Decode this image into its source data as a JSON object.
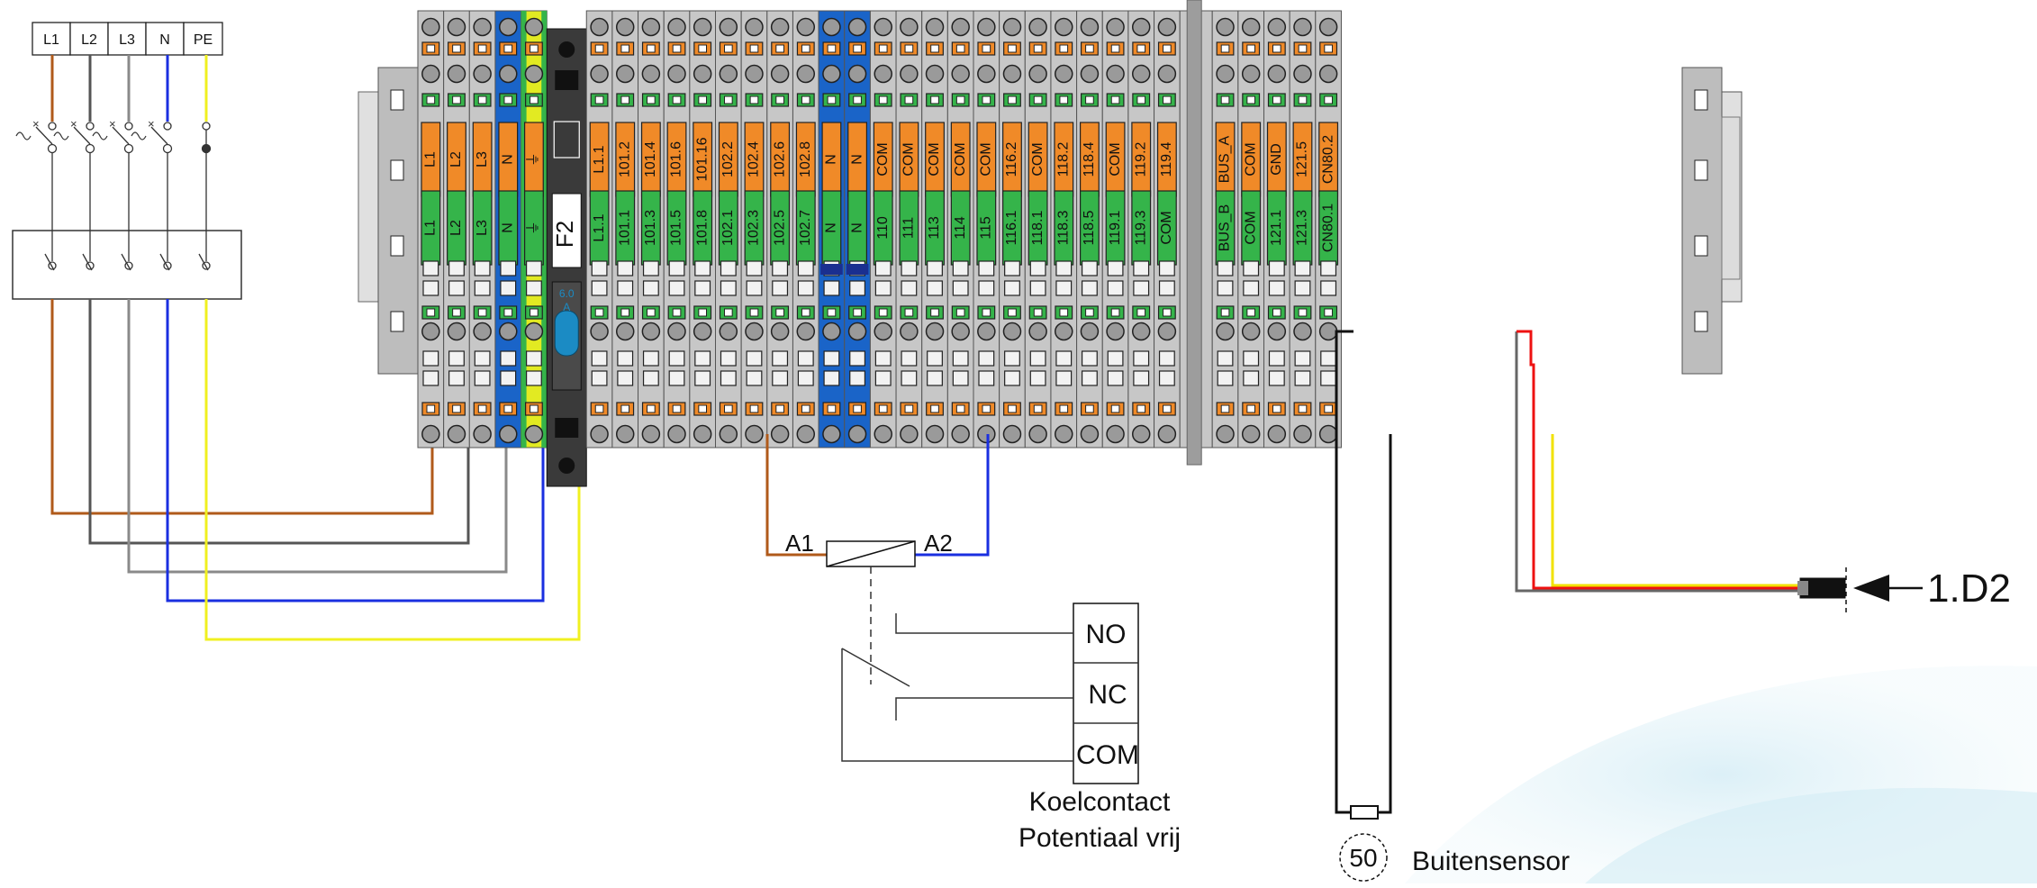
{
  "supply_labels": [
    "L1",
    "L2",
    "L3",
    "N",
    "PE"
  ],
  "terminals": [
    {
      "top": "L1",
      "bottom": "L1",
      "type": "grey"
    },
    {
      "top": "L2",
      "bottom": "L2",
      "type": "grey"
    },
    {
      "top": "L3",
      "bottom": "L3",
      "type": "grey"
    },
    {
      "top": "N",
      "bottom": "N",
      "type": "blue"
    },
    {
      "top": "⏚",
      "bottom": "⏚",
      "type": "pe"
    },
    {
      "top": "",
      "bottom": "",
      "type": "fuse"
    },
    {
      "top": "L1.1",
      "bottom": "L1.1",
      "type": "grey"
    },
    {
      "top": "101.2",
      "bottom": "101.1",
      "type": "grey"
    },
    {
      "top": "101.4",
      "bottom": "101.3",
      "type": "grey"
    },
    {
      "top": "101.6",
      "bottom": "101.5",
      "type": "grey"
    },
    {
      "top": "101.16",
      "bottom": "101.8",
      "type": "grey"
    },
    {
      "top": "102.2",
      "bottom": "102.1",
      "type": "grey"
    },
    {
      "top": "102.4",
      "bottom": "102.3",
      "type": "grey"
    },
    {
      "top": "102.6",
      "bottom": "102.5",
      "type": "grey"
    },
    {
      "top": "102.8",
      "bottom": "102.7",
      "type": "grey"
    },
    {
      "top": "N",
      "bottom": "N",
      "type": "blue"
    },
    {
      "top": "N",
      "bottom": "N",
      "type": "blue"
    },
    {
      "top": "COM",
      "bottom": "110",
      "type": "grey"
    },
    {
      "top": "COM",
      "bottom": "111",
      "type": "grey"
    },
    {
      "top": "COM",
      "bottom": "113",
      "type": "grey"
    },
    {
      "top": "COM",
      "bottom": "114",
      "type": "grey"
    },
    {
      "top": "COM",
      "bottom": "115",
      "type": "grey"
    },
    {
      "top": "116.2",
      "bottom": "116.1",
      "type": "grey"
    },
    {
      "top": "COM",
      "bottom": "118.1",
      "type": "grey"
    },
    {
      "top": "118.2",
      "bottom": "118.3",
      "type": "grey"
    },
    {
      "top": "118.4",
      "bottom": "118.5",
      "type": "grey"
    },
    {
      "top": "COM",
      "bottom": "119.1",
      "type": "grey"
    },
    {
      "top": "119.2",
      "bottom": "119.3",
      "type": "grey"
    },
    {
      "top": "119.4",
      "bottom": "COM",
      "type": "grey"
    },
    {
      "top": "",
      "bottom": "",
      "type": "sep"
    },
    {
      "top": "BUS_A",
      "bottom": "BUS_B",
      "type": "grey"
    },
    {
      "top": "COM",
      "bottom": "COM",
      "type": "grey"
    },
    {
      "top": "GND",
      "bottom": "121.1",
      "type": "grey"
    },
    {
      "top": "121.5",
      "bottom": "121.3",
      "type": "grey"
    },
    {
      "top": "CN80.2",
      "bottom": "CN80.1",
      "type": "grey"
    }
  ],
  "fuse": {
    "label": "F2",
    "rating_line1": "6.0",
    "rating_line2": "A"
  },
  "relay": {
    "a1": "A1",
    "a2": "A2"
  },
  "contacts": {
    "no": "NO",
    "nc": "NC",
    "com": "COM"
  },
  "caption": {
    "line1": "Koelcontact",
    "line2": "Potentiaal vrij"
  },
  "sensor": {
    "number": "50",
    "label": "Buitensensor"
  },
  "connector": {
    "label": "1.D2"
  }
}
